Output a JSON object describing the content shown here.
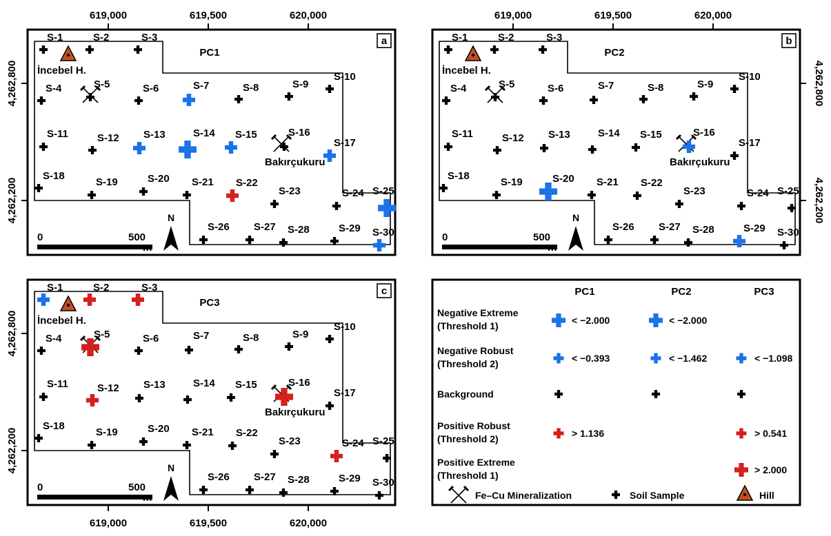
{
  "axes": {
    "x_ticks": [
      "619,000",
      "619,500",
      "620,000"
    ],
    "y_ticks": [
      "4,262,800",
      "4,262,200"
    ]
  },
  "panels": [
    {
      "letter": "a",
      "title": "PC1",
      "large_blue": [
        "S-14",
        "S-25"
      ],
      "small_blue": [
        "S-7",
        "S-13",
        "S-15",
        "S-17",
        "S-30"
      ],
      "small_red": [
        "S-22"
      ],
      "large_red": []
    },
    {
      "letter": "b",
      "title": "PC2",
      "large_blue": [
        "S-20"
      ],
      "small_blue": [
        "S-16",
        "S-29"
      ],
      "small_red": [],
      "large_red": []
    },
    {
      "letter": "c",
      "title": "PC3",
      "large_blue": [],
      "small_blue": [
        "S-1"
      ],
      "small_red": [
        "S-2",
        "S-3",
        "S-12",
        "S-24"
      ],
      "large_red": [
        "S-5",
        "S-16"
      ]
    }
  ],
  "samples": [
    "S-1",
    "S-2",
    "S-3",
    "S-4",
    "S-5",
    "S-6",
    "S-7",
    "S-8",
    "S-9",
    "S-10",
    "S-11",
    "S-12",
    "S-13",
    "S-14",
    "S-15",
    "S-16",
    "S-17",
    "S-18",
    "S-19",
    "S-20",
    "S-21",
    "S-22",
    "S-23",
    "S-24",
    "S-25",
    "S-26",
    "S-27",
    "S-28",
    "S-29",
    "S-30"
  ],
  "places": {
    "hill": "İncebel H.",
    "mineral_site": "Bakırçukuru"
  },
  "scale_bar": {
    "start": "0",
    "end": "500",
    "unit": "m"
  },
  "north": "N",
  "legend": {
    "columns": [
      "PC1",
      "PC2",
      "PC3"
    ],
    "rows": [
      {
        "label": [
          "Negative Extreme",
          "(Threshold 1)"
        ],
        "symbol": "blue-large",
        "values": [
          "< −2.000",
          "< −2.000",
          ""
        ]
      },
      {
        "label": [
          "Negative Robust",
          "(Threshold 2)"
        ],
        "symbol": "blue-small",
        "values": [
          "< −0.393",
          "< −1.462",
          "< −1.098"
        ]
      },
      {
        "label": [
          "Background"
        ],
        "symbol": "black",
        "values": [
          "",
          "",
          ""
        ]
      },
      {
        "label": [
          "Positive Robust",
          "(Threshold 2)"
        ],
        "symbol": "red-small",
        "values": [
          "> 1.136",
          "",
          "> 0.541"
        ]
      },
      {
        "label": [
          "Positive Extreme",
          "(Threshold 1)"
        ],
        "symbol": "red-large",
        "values": [
          "",
          "",
          "> 2.000"
        ]
      }
    ],
    "footer": {
      "mineralization": "Fe–Cu Mineralization",
      "soil": "Soil Sample",
      "hill": "Hill"
    }
  },
  "colors": {
    "blue": "#1a73e8",
    "red": "#d42020",
    "black": "#000000",
    "hill": "#c4501f"
  }
}
